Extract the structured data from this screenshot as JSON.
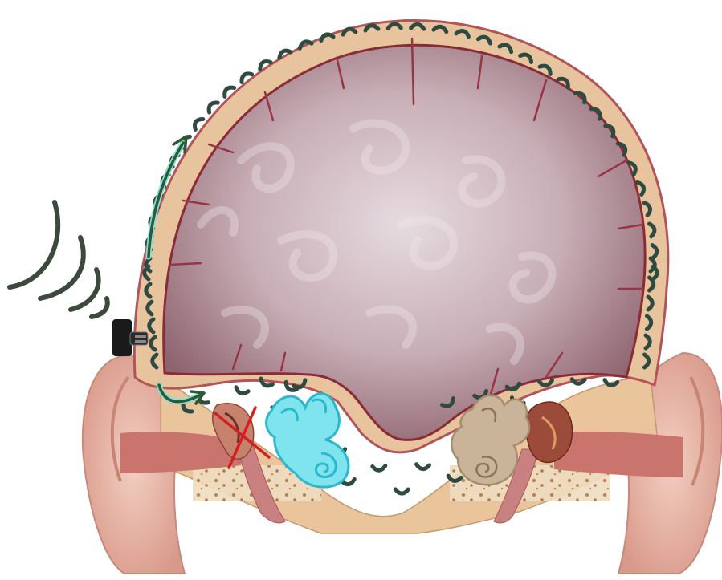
{
  "figure": {
    "type": "anatomical-illustration",
    "subject": "bone-conduction-hearing",
    "labels": []
  },
  "elements": {
    "sound_waves": {
      "count": 4,
      "color": "#3b4a3a"
    },
    "bone_conduction_device": {
      "color": "#1a1a1a"
    },
    "vibration_path_arrow": {
      "color": "#2f5a30",
      "glow": "#7fe0e0"
    },
    "vibration_marks": {
      "color": "#2f4a40",
      "edge": "#5a8aa0"
    },
    "blocked_middle_ear_cross": {
      "color": "#d42020"
    },
    "stimulated_cochlea": {
      "color": "#7fe4ee",
      "outline": "#2bb8cc"
    },
    "inactive_cochlea": {
      "color": "#c9b49a"
    },
    "colors": {
      "skull_bone": "#e7c39e",
      "skull_outline": "#b0555a",
      "brain": "#b89aa4",
      "brain_highlight": "#e2d6dc",
      "ear_skin": "#e8b7a8",
      "ear_canal": "#c96a6a"
    }
  }
}
